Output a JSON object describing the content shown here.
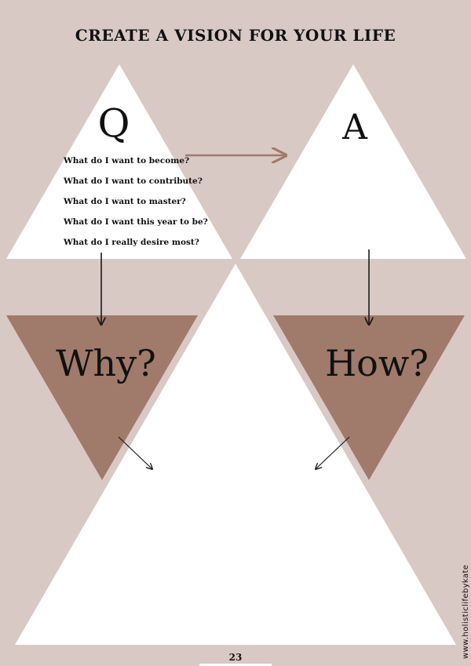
{
  "page": {
    "title": "CREATE A VISION FOR YOUR LIFE",
    "page_number": "23",
    "side_url": "www.holisticlifebykate"
  },
  "q_section": {
    "letter": "Q",
    "questions": [
      "What do I want to become?",
      "What do I want to contribute?",
      "What do I want to master?",
      "What do I want this year to be?",
      "What do I really desire most?"
    ]
  },
  "a_section": {
    "letter": "A"
  },
  "why_section": {
    "label": "Why?"
  },
  "how_section": {
    "label": "How?"
  },
  "colors": {
    "background": "#d9c9c5",
    "triangle_fill": "#ffffff",
    "accent_brown": "#a07a6a",
    "arrow_dark": "#1a1a1a"
  }
}
